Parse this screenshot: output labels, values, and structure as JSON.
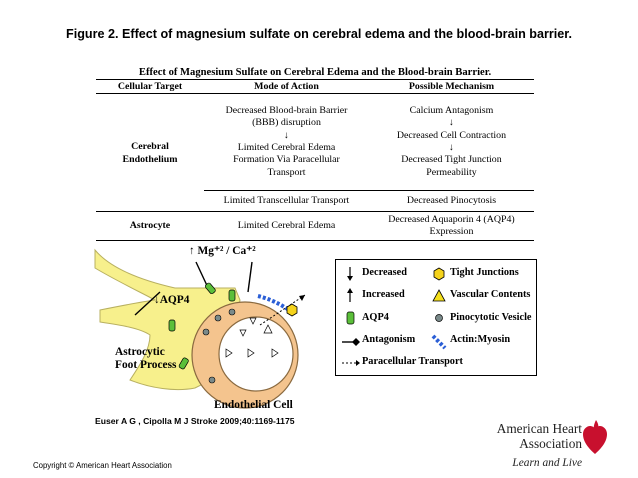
{
  "slide_title": "Figure 2. Effect of magnesium sulfate on cerebral edema and the blood-brain barrier.",
  "table": {
    "title": "Effect of Magnesium Sulfate on Cerebral Edema and the Blood-brain Barrier.",
    "headers": [
      "Cellular Target",
      "Mode of Action",
      "Possible Mechanism"
    ],
    "row1": {
      "target": "Cerebral Endothelium",
      "action": [
        "Decreased Blood-brain Barrier",
        "(BBB) disruption",
        "↓",
        "Limited Cerebral Edema",
        "Formation Via Paracellular",
        "Transport"
      ],
      "mechanism": [
        "Calcium Antagonism",
        "↓",
        "Decreased Cell Contraction",
        "↓",
        "Decreased Tight Junction",
        "Permeability"
      ]
    },
    "row2": {
      "action": "Limited Transcellular Transport",
      "mechanism": "Decreased Pinocytosis"
    },
    "row3": {
      "target": "Astrocyte",
      "action": "Limited Cerebral Edema",
      "mechanism": [
        "Decreased Aquaporin 4 (AQP4)",
        "Expression"
      ]
    }
  },
  "diagram": {
    "ion_label": "↑ Mg⁺² / Ca⁺²",
    "aqp4_label": "↓AQP4",
    "astro_label_1": "Astrocytic",
    "astro_label_2": "Foot Process",
    "endo_label": "Endothelial Cell",
    "colors": {
      "astrocyte": "#f7f08c",
      "endothelium": "#f4c48e",
      "aqp4": "#5bbf3a",
      "tight_junction": "#f5d31c",
      "actin": "#2b5fd6"
    }
  },
  "legend": {
    "decreased": "Decreased",
    "increased": "Increased",
    "aqp4": "AQP4",
    "antagonism": "Antagonism",
    "paracellular": "Paracellular Transport",
    "tight_junctions": "Tight Junctions",
    "vascular_contents": "Vascular Contents",
    "pinocytotic_vesicle": "Pinocytotic Vesicle",
    "actin_myosin": "Actin:Myosin"
  },
  "citation": "Euser A G , Cipolla M J Stroke 2009;40:1169-1175",
  "copyright": "Copyright © American Heart Association",
  "logo": {
    "line1": "American Heart",
    "line2": "Association",
    "tagline": "Learn and Live"
  }
}
